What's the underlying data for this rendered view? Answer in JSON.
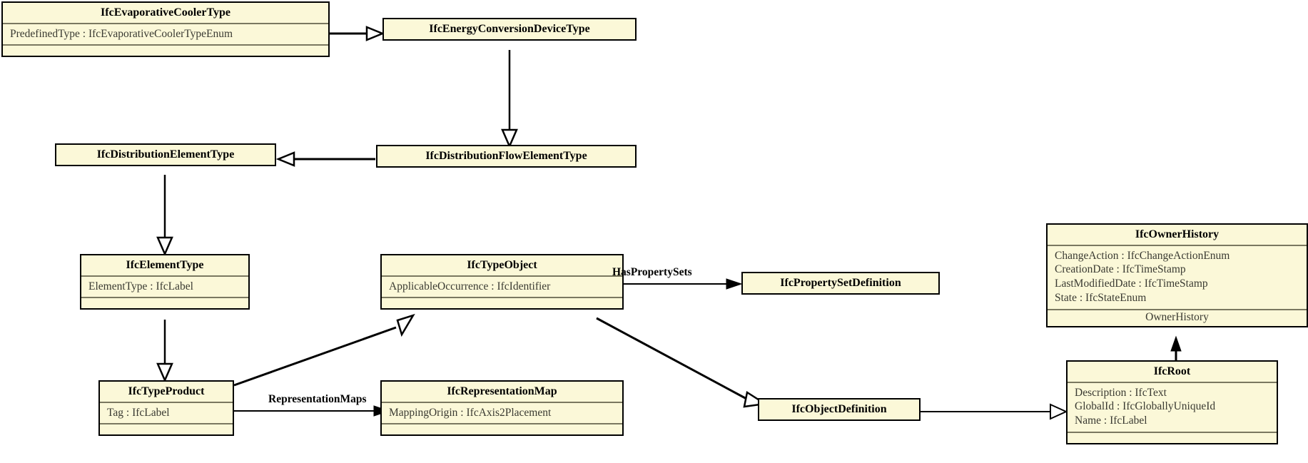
{
  "diagram": {
    "kind": "uml-class-diagram",
    "background": "#ffffff",
    "box_fill": "#fbf8d8",
    "box_border": "#000000",
    "separator_color": "#7a7860"
  },
  "classes": [
    {
      "id": "ifc-evaporative-cooler-type",
      "title": "IfcEvaporativeCoolerType",
      "attributes": [
        "PredefinedType : IfcEvaporativeCoolerTypeEnum"
      ],
      "operations": []
    },
    {
      "id": "ifc-energy-conversion-device-type",
      "title": "IfcEnergyConversionDeviceType",
      "attributes": [],
      "operations": []
    },
    {
      "id": "ifc-distribution-element-type",
      "title": "IfcDistributionElementType",
      "attributes": [],
      "operations": []
    },
    {
      "id": "ifc-distribution-flow-element-type",
      "title": "IfcDistributionFlowElementType",
      "attributes": [],
      "operations": []
    },
    {
      "id": "ifc-element-type",
      "title": "IfcElementType",
      "attributes": [
        "ElementType : IfcLabel"
      ],
      "operations": []
    },
    {
      "id": "ifc-type-object",
      "title": "IfcTypeObject",
      "attributes": [
        "ApplicableOccurrence : IfcIdentifier"
      ],
      "operations": []
    },
    {
      "id": "ifc-property-set-definition",
      "title": "IfcPropertySetDefinition",
      "attributes": [],
      "operations": []
    },
    {
      "id": "ifc-owner-history",
      "title": "IfcOwnerHistory",
      "attributes": [
        "ChangeAction : IfcChangeActionEnum",
        "CreationDate : IfcTimeStamp",
        "LastModifiedDate : IfcTimeStamp",
        "State : IfcStateEnum"
      ],
      "operations": [
        "OwnerHistory"
      ]
    },
    {
      "id": "ifc-type-product",
      "title": "IfcTypeProduct",
      "attributes": [
        "Tag : IfcLabel"
      ],
      "operations": []
    },
    {
      "id": "ifc-representation-map",
      "title": "IfcRepresentationMap",
      "attributes": [
        "MappingOrigin : IfcAxis2Placement"
      ],
      "operations": []
    },
    {
      "id": "ifc-object-definition",
      "title": "IfcObjectDefinition",
      "attributes": [],
      "operations": []
    },
    {
      "id": "ifc-root",
      "title": "IfcRoot",
      "attributes": [
        "Description : IfcText",
        "GlobalId : IfcGloballyUniqueId",
        "Name : IfcLabel"
      ],
      "operations": []
    }
  ],
  "edge_labels": [
    {
      "id": "has-property-sets",
      "text": "HasPropertySets"
    },
    {
      "id": "representation-maps",
      "text": "RepresentationMaps"
    }
  ],
  "relationships": [
    {
      "from": "IfcEvaporativeCoolerType",
      "to": "IfcEnergyConversionDeviceType",
      "type": "generalization"
    },
    {
      "from": "IfcEnergyConversionDeviceType",
      "to": "IfcDistributionFlowElementType",
      "type": "generalization"
    },
    {
      "from": "IfcDistributionFlowElementType",
      "to": "IfcDistributionElementType",
      "type": "generalization"
    },
    {
      "from": "IfcDistributionElementType",
      "to": "IfcElementType",
      "type": "generalization"
    },
    {
      "from": "IfcElementType",
      "to": "IfcTypeProduct",
      "type": "generalization"
    },
    {
      "from": "IfcTypeProduct",
      "to": "IfcTypeObject",
      "type": "generalization"
    },
    {
      "from": "IfcTypeProduct",
      "to": "IfcRepresentationMap",
      "type": "association",
      "label": "RepresentationMaps"
    },
    {
      "from": "IfcTypeObject",
      "to": "IfcPropertySetDefinition",
      "type": "association",
      "label": "HasPropertySets"
    },
    {
      "from": "IfcTypeObject",
      "to": "IfcObjectDefinition",
      "type": "generalization"
    },
    {
      "from": "IfcObjectDefinition",
      "to": "IfcRoot",
      "type": "generalization"
    },
    {
      "from": "IfcRoot",
      "to": "IfcOwnerHistory",
      "type": "association",
      "label": "OwnerHistory"
    }
  ]
}
